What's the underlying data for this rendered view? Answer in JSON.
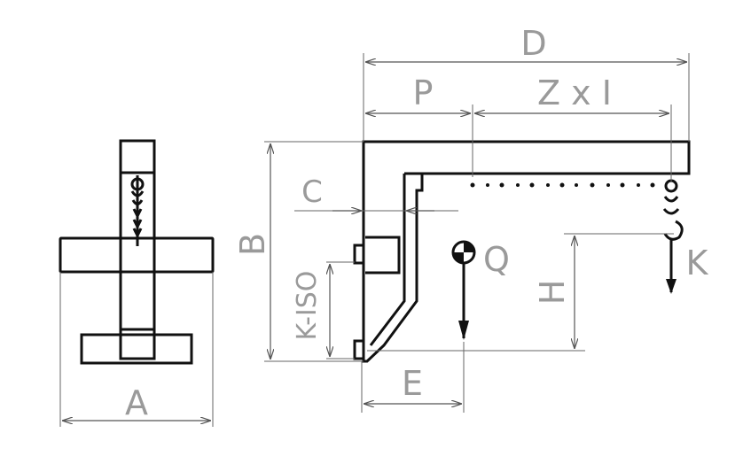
{
  "labels": {
    "A": "A",
    "B": "B",
    "C": "C",
    "D": "D",
    "E": "E",
    "H": "H",
    "K": "K",
    "P": "P",
    "Q": "Q",
    "ZxI": "Z x I",
    "KISO": "K-ISO"
  },
  "colors": {
    "outline": "#111111",
    "dimension_line": "#555555",
    "label_text": "#9a9a9a"
  },
  "icons": {
    "chain_hook": "chain-hook",
    "load_hook": "hook-with-arrow",
    "weight_center": "center-of-gravity-circle"
  }
}
